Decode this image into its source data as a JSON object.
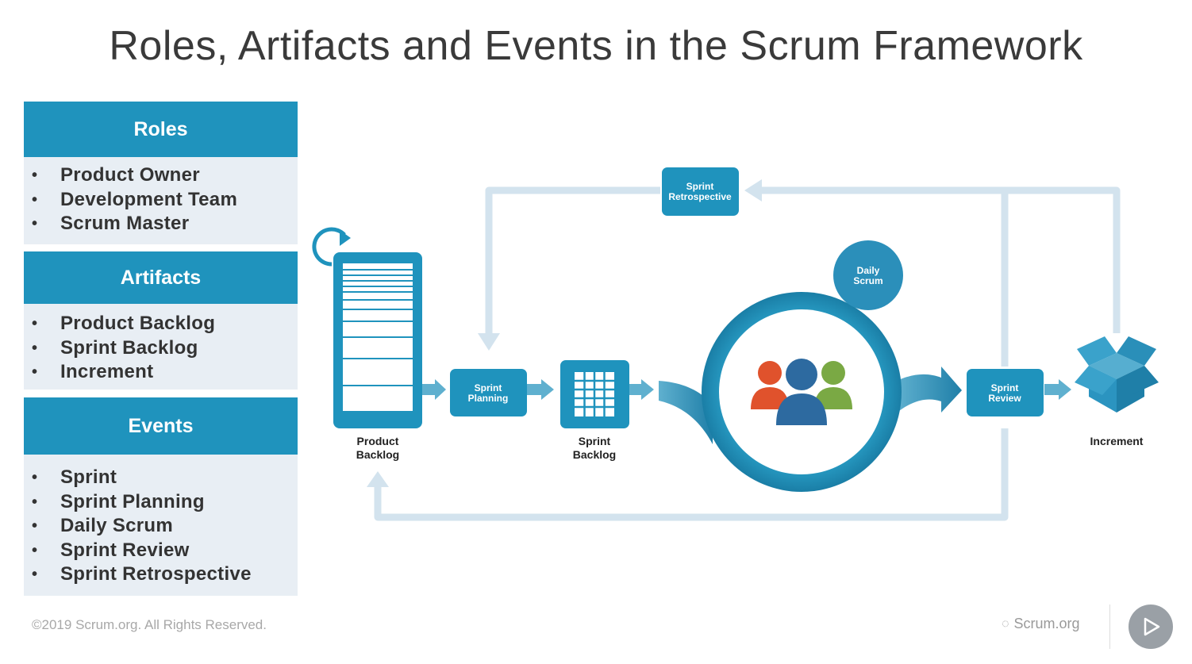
{
  "title": "Roles, Artifacts and Events in the Scrum Framework",
  "panels": {
    "roles": {
      "heading": "Roles",
      "items": [
        "Product Owner",
        "Development Team",
        "Scrum Master"
      ]
    },
    "artifacts": {
      "heading": "Artifacts",
      "items": [
        "Product Backlog",
        "Sprint Backlog",
        "Increment"
      ]
    },
    "events": {
      "heading": "Events",
      "items": [
        "Sprint",
        "Sprint Planning",
        "Daily Scrum",
        "Sprint Review",
        "Sprint Retrospective"
      ]
    }
  },
  "diagram": {
    "product_backlog": [
      "Product",
      "Backlog"
    ],
    "sprint_planning": [
      "Sprint",
      "Planning"
    ],
    "sprint_backlog": [
      "Sprint",
      "Backlog"
    ],
    "sprint_review": [
      "Sprint",
      "Review"
    ],
    "sprint_retrospective": [
      "Sprint",
      "Retrospective"
    ],
    "daily_scrum": [
      "Daily",
      "Scrum"
    ],
    "increment": "Increment"
  },
  "footer": "©2019 Scrum.org. All Rights Reserved.",
  "brand": "Scrum.org",
  "icons": {
    "play": "play-icon",
    "people": "team-icon",
    "box": "box-icon",
    "cycle": "refresh-icon"
  },
  "colors": {
    "primary": "#1f93bd",
    "panel_bg": "#e8eef4",
    "arrow_light": "#d3e3ee",
    "arrow_blue": "#2b8fba"
  }
}
